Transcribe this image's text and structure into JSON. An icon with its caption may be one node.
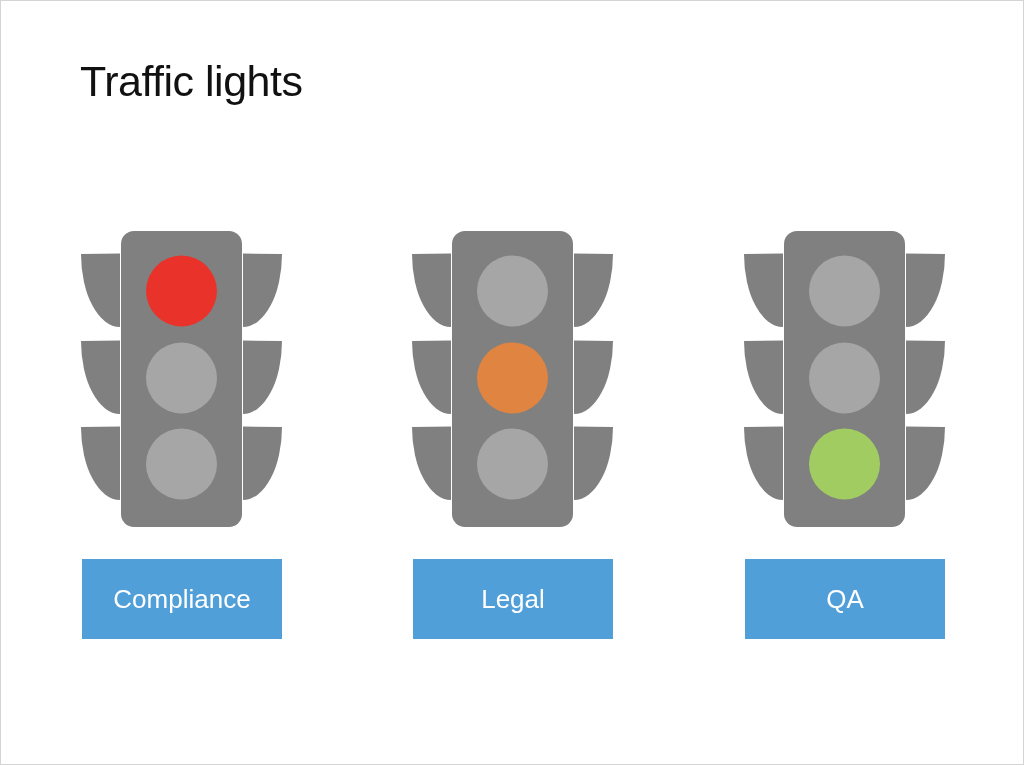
{
  "diagram": {
    "title": "Traffic lights",
    "nodes": [
      {
        "text": [
          "Compliance"
        ]
      },
      {
        "text": [
          "Legal"
        ]
      },
      {
        "text": [
          "QA"
        ]
      }
    ]
  }
}
